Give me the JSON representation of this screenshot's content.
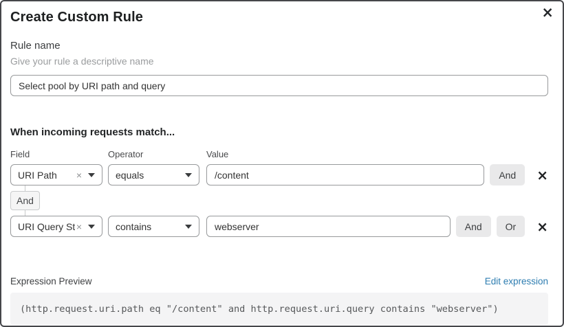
{
  "dialog": {
    "title": "Create Custom Rule"
  },
  "icons": {
    "close": "×",
    "clear": "×",
    "delete": "×"
  },
  "rule_name": {
    "label": "Rule name",
    "hint": "Give your rule a descriptive name",
    "value": "Select pool by URI path and query"
  },
  "matcher": {
    "heading": "When incoming requests match...",
    "columns": {
      "field": "Field",
      "operator": "Operator",
      "value": "Value"
    },
    "connector_label": "And",
    "rows": [
      {
        "field": "URI Path",
        "operator": "equals",
        "value": "/content",
        "and_label": "And"
      },
      {
        "field": "URI Query St...",
        "operator": "contains",
        "value": "webserver",
        "and_label": "And",
        "or_label": "Or"
      }
    ]
  },
  "preview": {
    "label": "Expression Preview",
    "edit_link": "Edit expression",
    "expression": "(http.request.uri.path eq \"/content\" and http.request.uri.query contains \"webserver\")"
  },
  "colors": {
    "link_blue": "#2c7cb0",
    "chip_gray": "#e9e9ea",
    "border_gray": "#97999b",
    "code_bg": "#f4f4f5"
  }
}
